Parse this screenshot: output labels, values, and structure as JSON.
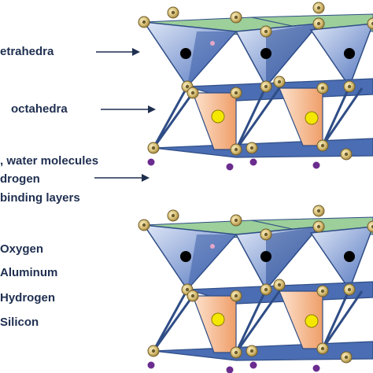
{
  "labels": {
    "tetrahedra": "etrahedra",
    "octahedra": "octahedra",
    "interlayer_line1": ", water molecules",
    "interlayer_line2": "drogen",
    "interlayer_line3": "binding layers"
  },
  "legend": {
    "oxygen": "Oxygen",
    "aluminum": "Aluminum",
    "hydrogen": "Hydrogen",
    "silicon": "Silicon"
  },
  "colors": {
    "text": "#1f2f50",
    "arrow": "#1f2f50",
    "tetra_fill": "#5b7fc4",
    "tetra_light": "#c9d6ef",
    "top_face": "#9ccf9a",
    "octa_fill": "#f2a877",
    "octa_light": "#fbd9bf",
    "edge": "#2f4d86",
    "oxygen": "#d9c27a",
    "aluminum": "#f5e800",
    "hydrogen": "#6b2c8f",
    "silicon": "#000000"
  }
}
